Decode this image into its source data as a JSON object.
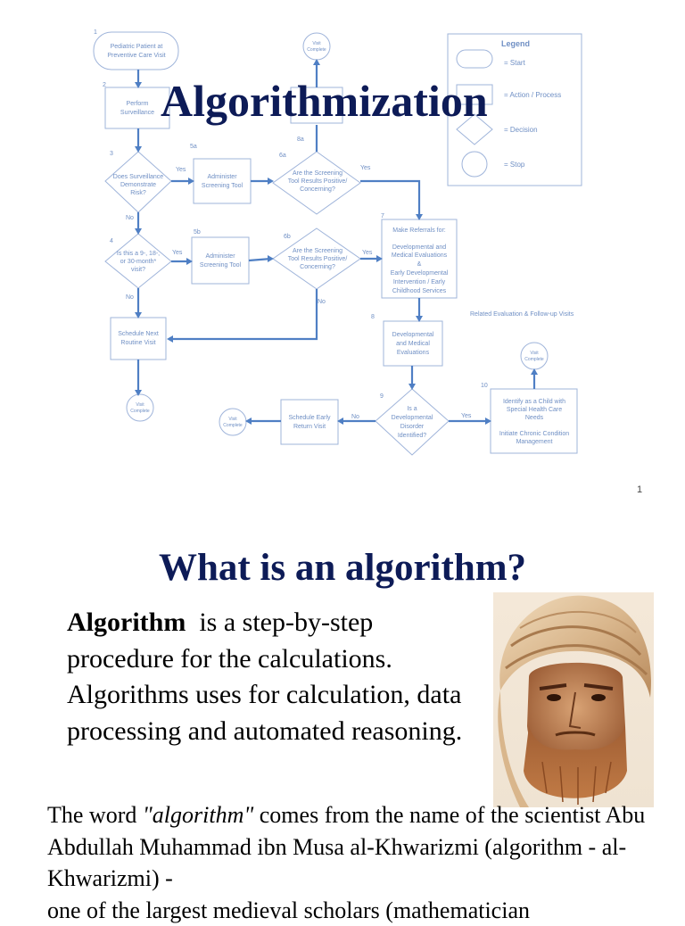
{
  "slide1": {
    "title": "Algorithmization",
    "page_number": "1",
    "legend": {
      "title": "Legend",
      "start": "= Start",
      "action": "= Action / Process",
      "decision": "= Decision",
      "stop": "= Stop"
    },
    "flowchart": {
      "n1": "1",
      "n1_text_a": "Pediatric Patient at",
      "n1_text_b": "Preventive Care Visit",
      "n2": "2",
      "n2_text_a": "Perform",
      "n2_text_b": "Surveillance",
      "n3": "3",
      "n3_text_a": "Does Surveillance",
      "n3_text_b": "Demonstrate",
      "n3_text_c": "Risk?",
      "n4": "4",
      "n4_text_a": "Is this a 9-, 18-,",
      "n4_text_b": "or 30-month*",
      "n4_text_c": "visit?",
      "n5a": "5a",
      "n5a_text_a": "Administer",
      "n5a_text_b": "Screening Tool",
      "n5b": "5b",
      "n5b_text_a": "Administer",
      "n5b_text_b": "Screening Tool",
      "n6a": "6a",
      "n6a_text_a": "Are the Screening",
      "n6a_text_b": "Tool Results Positive/",
      "n6a_text_c": "Concerning?",
      "n6b": "6b",
      "n6b_text_a": "Are the Screening",
      "n6b_text_b": "Tool Results Positive/",
      "n6b_text_c": "Concerning?",
      "n7": "7",
      "n7_text_a": "Make Referrals for:",
      "n7_text_b": "Developmental and",
      "n7_text_c": "Medical Evaluations",
      "n7_text_d": "&",
      "n7_text_e": "Early Developmental",
      "n7_text_f": "Intervention / Early",
      "n7_text_g": "Childhood Services",
      "n8": "8",
      "n8_text_a": "Developmental",
      "n8_text_b": "and Medical",
      "n8_text_c": "Evaluations",
      "n9": "9",
      "n9_text_a": "Is a",
      "n9_text_b": "Developmental",
      "n9_text_c": "Disorder",
      "n9_text_d": "Identified?",
      "n10": "10",
      "n10_text_a": "Identify as a Child with",
      "n10_text_b": "Special Health Care",
      "n10_text_c": "Needs",
      "n10_text_d": "Initiate Chronic Condition",
      "n10_text_e": "Management",
      "n11_text_a": "Schedule Next",
      "n11_text_b": "Routine Visit",
      "n12_text_a": "Schedule Early",
      "n12_text_b": "Return Visit",
      "visit_a": "Visit",
      "visit_b": "Complete",
      "n6a_label": "6a",
      "n8a_label": "8a",
      "related": "Related Evaluation & Follow-up Visits",
      "yes": "Yes",
      "no": "No"
    }
  },
  "slide2": {
    "title": "What is an algorithm?",
    "term": "Algorithm",
    "definition_1": " is a step-by-step procedure for the calculations.",
    "definition_2": "Algorithms uses for calculation, data processing and automated reasoning.",
    "etymology_1": "The word ",
    "etymology_term": "\"algorithm\"",
    "etymology_2": " comes from the name of the scientist Abu Abdullah Muhammad ibn Musa al-Khwarizmi (algorithm - al-Khwarizmi) -",
    "etymology_3": "one of the largest medieval scholars (mathematician"
  }
}
